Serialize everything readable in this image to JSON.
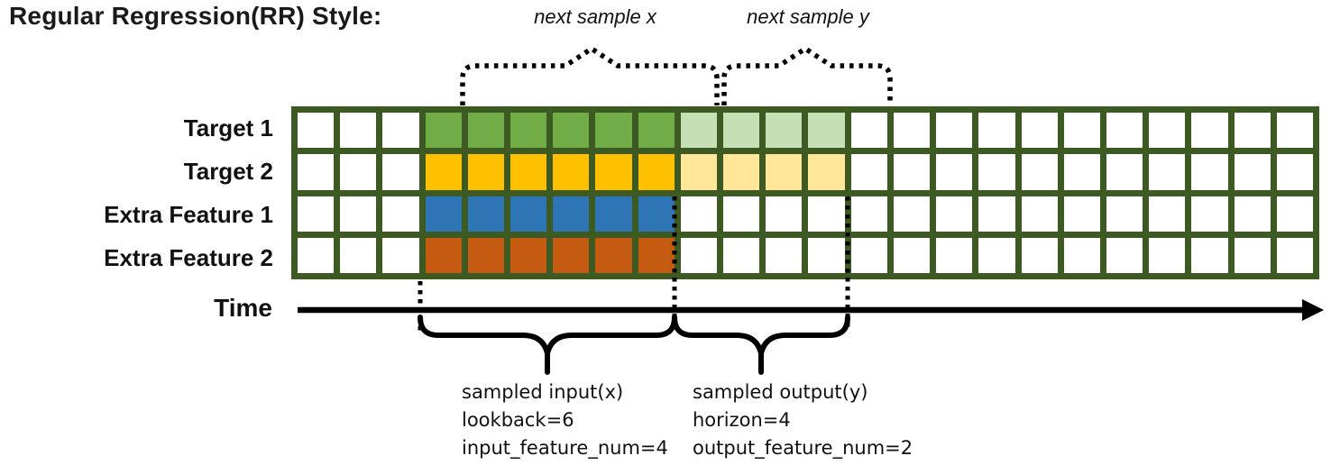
{
  "title": "Regular Regression(RR) Style:",
  "colors": {
    "grid_border": "#3E5A23",
    "target1_input": "#70AD47",
    "target1_output": "#C5E0B4",
    "target2_input": "#FFC000",
    "target2_output": "#FFE699",
    "feature1_input": "#2E75B6",
    "feature2_input": "#C55A11",
    "empty_cell": "#FFFFFF",
    "annotation": "#000000"
  },
  "diagram": {
    "top_braces": [
      {
        "label": "next sample x"
      },
      {
        "label": "next sample y"
      }
    ],
    "time_axis_label": "Time",
    "grid": {
      "columns": 24,
      "lookback": 6,
      "horizon": 4,
      "input_feature_num": 4,
      "output_feature_num": 2,
      "input_range": [
        3,
        9
      ],
      "output_range": [
        9,
        13
      ],
      "rows": [
        {
          "label": "Target 1",
          "role": "target",
          "input_color": "#70AD47",
          "output_color": "#C5E0B4"
        },
        {
          "label": "Target 2",
          "role": "target",
          "input_color": "#FFC000",
          "output_color": "#FFE699"
        },
        {
          "label": "Extra Feature 1",
          "role": "extra-feature",
          "input_color": "#2E75B6",
          "output_color": null
        },
        {
          "label": "Extra Feature 2",
          "role": "extra-feature",
          "input_color": "#C55A11",
          "output_color": null
        }
      ]
    },
    "input_annotation": {
      "lines": [
        "sampled input(x)",
        "lookback=6",
        "input_feature_num=4"
      ]
    },
    "output_annotation": {
      "lines": [
        "sampled output(y)",
        "horizon=4",
        "output_feature_num=2"
      ]
    }
  }
}
